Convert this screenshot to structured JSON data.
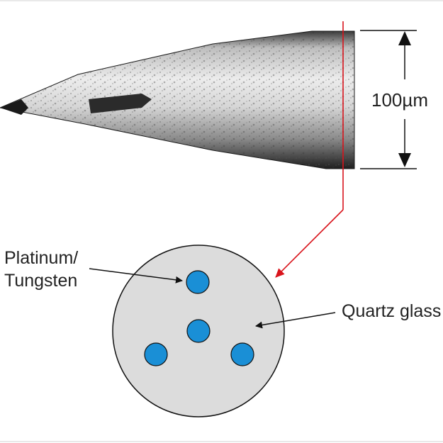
{
  "diagram": {
    "dimension_label": "100µm",
    "core_material_label": {
      "line1": "Platinum/",
      "line2": "Tungsten"
    },
    "cladding_label": "Quartz glass",
    "core_count": 4,
    "colors": {
      "core_fill": "#1a8fd6",
      "cross_section_fill": "#dcdcdc",
      "section_line": "#d9141c",
      "outline": "#111111"
    }
  }
}
